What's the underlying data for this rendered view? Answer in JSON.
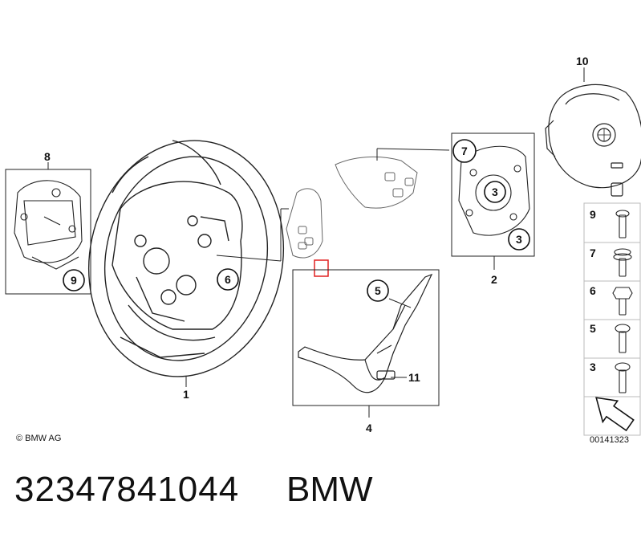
{
  "diagram": {
    "copyright": "© BMW AG",
    "drawing_code": "00141323",
    "part_number": "32347841044",
    "brand": "BMW",
    "labels": {
      "l1": "1",
      "l2": "2",
      "l3a": "3",
      "l3b": "3",
      "l4": "4",
      "l5": "5",
      "l6": "6",
      "l7": "7",
      "l8": "8",
      "l9": "9",
      "l10": "10",
      "l11": "11"
    },
    "legend": [
      "9",
      "7",
      "6",
      "5",
      "3"
    ],
    "highlight_color": "#e02020"
  }
}
